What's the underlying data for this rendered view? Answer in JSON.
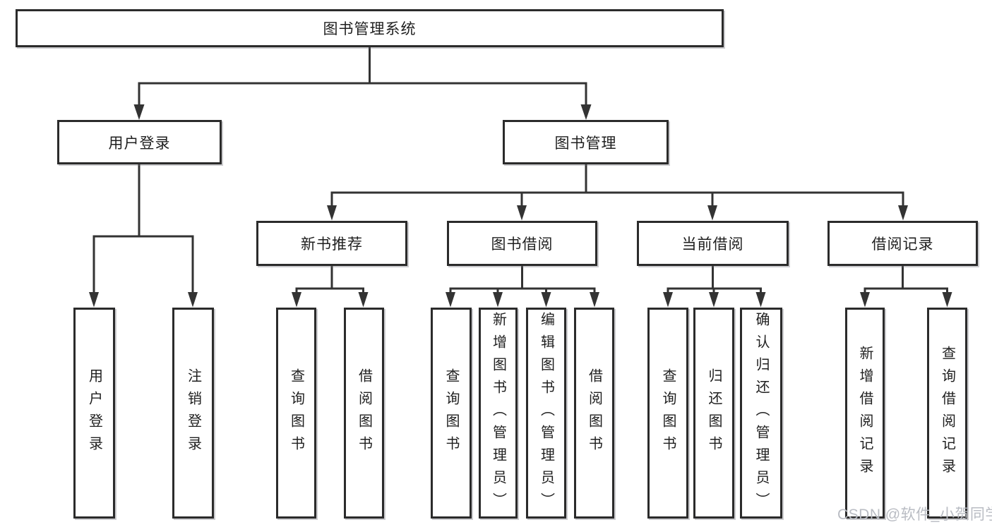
{
  "root": {
    "label": "图书管理系统"
  },
  "branches": [
    {
      "label": "用户登录",
      "children": [
        {
          "label": "用户登录"
        },
        {
          "label": "注销登录"
        }
      ]
    },
    {
      "label": "图书管理",
      "sections": [
        {
          "label": "新书推荐",
          "children": [
            {
              "label": "查询图书"
            },
            {
              "label": "借阅图书"
            }
          ]
        },
        {
          "label": "图书借阅",
          "children": [
            {
              "label": "查询图书"
            },
            {
              "label": "新增图书（管理员）"
            },
            {
              "label": "编辑图书（管理员）"
            },
            {
              "label": "借阅图书"
            }
          ]
        },
        {
          "label": "当前借阅",
          "children": [
            {
              "label": "查询图书"
            },
            {
              "label": "归还图书"
            },
            {
              "label": "确认归还（管理员）"
            }
          ]
        },
        {
          "label": "借阅记录",
          "children": [
            {
              "label": "新增借阅记录"
            },
            {
              "label": "查询借阅记录"
            }
          ]
        }
      ]
    }
  ],
  "watermark": {
    "text": "CSDN @软件_小贺同学"
  },
  "colors": {
    "line": "#333333",
    "border": "#2b2b2b",
    "text": "#1f1f1f",
    "watermark": "#b9bcc3",
    "background": "#ffffff"
  }
}
